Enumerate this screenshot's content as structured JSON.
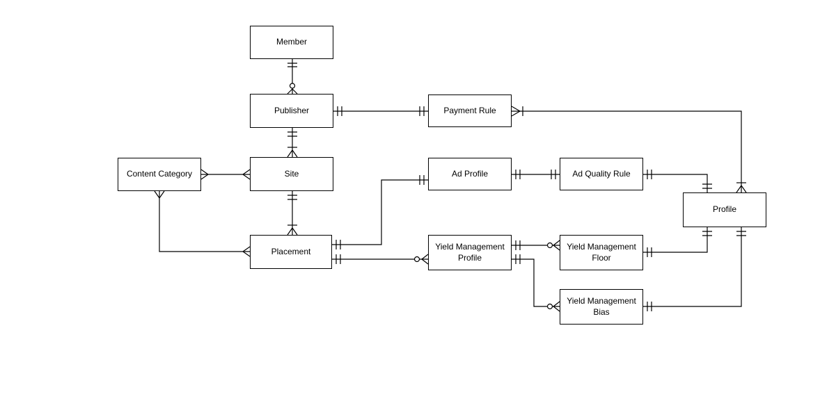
{
  "diagram": {
    "type": "entity-relationship-diagram",
    "notation": "crows-foot",
    "colors": {
      "background": "#ffffff",
      "box_fill": "#ffffff",
      "box_border": "#000000",
      "line": "#000000",
      "text": "#000000"
    },
    "entities": [
      {
        "id": "member",
        "label": "Member"
      },
      {
        "id": "publisher",
        "label": "Publisher"
      },
      {
        "id": "payment-rule",
        "label": "Payment Rule"
      },
      {
        "id": "content-category",
        "label": "Content Category"
      },
      {
        "id": "site",
        "label": "Site"
      },
      {
        "id": "ad-profile",
        "label": "Ad Profile"
      },
      {
        "id": "ad-quality-rule",
        "label": "Ad Quality Rule"
      },
      {
        "id": "profile",
        "label": "Profile"
      },
      {
        "id": "placement",
        "label": "Placement"
      },
      {
        "id": "yield-management-profile",
        "label": "Yield Management Profile"
      },
      {
        "id": "yield-management-floor",
        "label": "Yield Management Floor"
      },
      {
        "id": "yield-management-bias",
        "label": "Yield Management Bias"
      }
    ],
    "relationships": [
      {
        "from": "Member",
        "to": "Publisher",
        "from_cardinality": "one-and-only-one",
        "to_cardinality": "zero-or-many"
      },
      {
        "from": "Publisher",
        "to": "Payment Rule",
        "from_cardinality": "one-and-only-one",
        "to_cardinality": "one-and-only-one"
      },
      {
        "from": "Payment Rule",
        "to": "Profile",
        "from_cardinality": "one-or-many",
        "to_cardinality": "one-or-many"
      },
      {
        "from": "Publisher",
        "to": "Site",
        "from_cardinality": "one-and-only-one",
        "to_cardinality": "one-or-many"
      },
      {
        "from": "Content Category",
        "to": "Site",
        "from_cardinality": "many",
        "to_cardinality": "many"
      },
      {
        "from": "Site",
        "to": "Placement",
        "from_cardinality": "one-and-only-one",
        "to_cardinality": "one-or-many"
      },
      {
        "from": "Content Category",
        "to": "Placement",
        "from_cardinality": "many",
        "to_cardinality": "many"
      },
      {
        "from": "Placement",
        "to": "Ad Profile",
        "from_cardinality": "one-and-only-one",
        "to_cardinality": "one-and-only-one"
      },
      {
        "from": "Placement",
        "to": "Yield Management Profile",
        "from_cardinality": "one-and-only-one",
        "to_cardinality": "zero-or-many"
      },
      {
        "from": "Ad Profile",
        "to": "Ad Quality Rule",
        "from_cardinality": "one-and-only-one",
        "to_cardinality": "one-and-only-one"
      },
      {
        "from": "Ad Quality Rule",
        "to": "Profile",
        "from_cardinality": "one-and-only-one",
        "to_cardinality": "one-and-only-one"
      },
      {
        "from": "Yield Management Profile",
        "to": "Yield Management Floor",
        "from_cardinality": "one-and-only-one",
        "to_cardinality": "zero-or-many"
      },
      {
        "from": "Yield Management Profile",
        "to": "Yield Management Bias",
        "from_cardinality": "one-and-only-one",
        "to_cardinality": "zero-or-many"
      },
      {
        "from": "Yield Management Floor",
        "to": "Profile",
        "from_cardinality": "one-and-only-one",
        "to_cardinality": "one-and-only-one"
      },
      {
        "from": "Yield Management Bias",
        "to": "Profile",
        "from_cardinality": "one-and-only-one",
        "to_cardinality": "one-and-only-one"
      }
    ]
  }
}
